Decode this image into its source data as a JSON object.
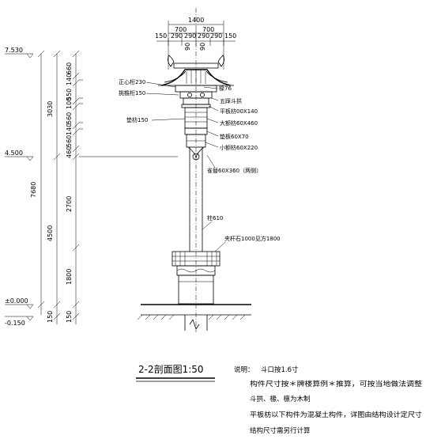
{
  "top_dims": {
    "overall": "1400",
    "halves": [
      "700",
      "700"
    ],
    "parts": [
      "150",
      "290",
      "290",
      "290",
      "290",
      "150"
    ],
    "center": [
      "90",
      "90"
    ]
  },
  "elevations": {
    "top": "7.530",
    "mid": "4.500",
    "ground": "±0.000",
    "base": "-0.150"
  },
  "left_dims": {
    "total": "7680",
    "upper": "3030",
    "lower": "4500",
    "bottom": "150"
  },
  "right_dims": [
    "660",
    "140",
    "550",
    "100",
    "560",
    "140",
    "560",
    "460",
    "2700",
    "1800",
    "150"
  ],
  "labels": {
    "gable_board": "正心桁230",
    "eave_purlin": "挑檐桁150",
    "rafter": "椽76",
    "bracket": "五踩斗拱",
    "flat_board": "平板枋00X140",
    "beam_large": "大额枋60X460",
    "column_head": "垫板60X70",
    "small_beam": "小额枋60X220",
    "purlin": "垫枋150",
    "sparrow": "雀替60X360（两侧）",
    "column": "柱610",
    "clamp": "夹杆石1000见方1800"
  },
  "title": "2-2剖面图1:50",
  "notes": {
    "heading": "说明：",
    "lines": [
      "斗口按1.6寸",
      "构件尺寸按＊牌楼算例＊推算，可按当地做法调整",
      "斗拱、椽、檩为木制",
      "平板枋以下构件为混凝土构件，详图由结构设计定尺寸",
      "结构尺寸需另行计算"
    ]
  }
}
